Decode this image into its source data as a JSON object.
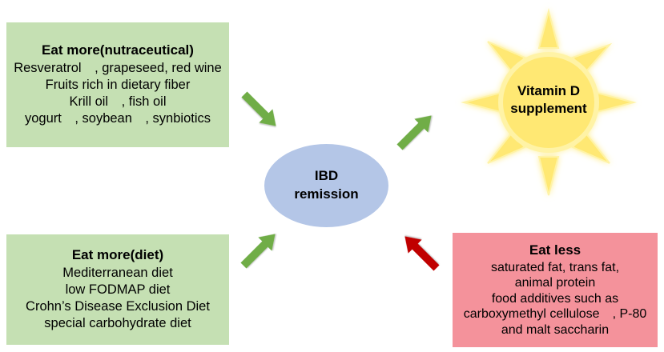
{
  "nutraceutical_box": {
    "title": "Eat more(nutraceutical)",
    "lines": [
      "Resveratrol　, grapeseed, red wine",
      "Fruits rich in dietary fiber",
      "Krill oil　, fish oil",
      "yogurt　, soybean　, synbiotics"
    ]
  },
  "diet_box": {
    "title": "Eat more(diet)",
    "lines": [
      "Mediterranean diet",
      "low FODMAP diet",
      "Crohn’s Disease Exclusion Diet",
      "special carbohydrate diet"
    ]
  },
  "less_box": {
    "title": "Eat less",
    "lines": [
      "saturated fat, trans fat,",
      "animal protein",
      "food additives such as",
      "carboxymethyl cellulose　, P-80",
      "and malt saccharin"
    ]
  },
  "center": {
    "line1": "IBD",
    "line2": "remission"
  },
  "sun": {
    "line1": "Vitamin D",
    "line2": "supplement"
  },
  "colors": {
    "green_box": "#c5e0b3",
    "red_box": "#f4929b",
    "ellipse": "#b4c6e7",
    "green_arrow": "#70ad47",
    "red_arrow": "#c00000",
    "sun_fill": "#ffe873",
    "sun_glow": "#fff3a6"
  }
}
